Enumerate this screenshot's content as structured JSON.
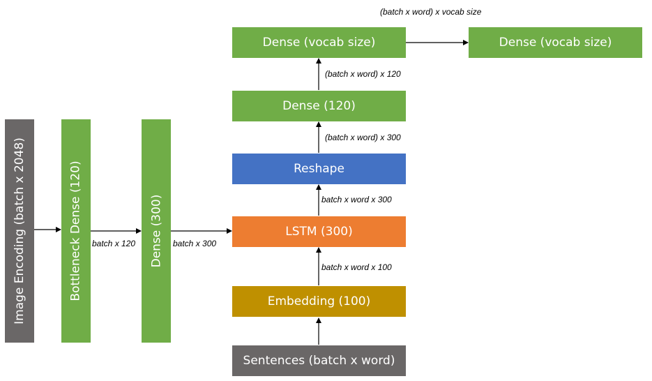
{
  "colors": {
    "gray": "#6a6767",
    "green": "#70ad47",
    "blue": "#4472c4",
    "orange": "#ed7d31",
    "gold": "#bf9000",
    "line": "#000000"
  },
  "boxes": {
    "image_encoding": "Image Encoding (batch x 2048)",
    "bottleneck_dense": "Bottleneck Dense (120)",
    "dense_300": "Dense (300)",
    "sentences": "Sentences (batch x word)",
    "embedding": "Embedding (100)",
    "lstm": "LSTM (300)",
    "reshape": "Reshape",
    "dense_120": "Dense (120)",
    "dense_vocab_1": "Dense (vocab size)",
    "dense_vocab_2": "Dense (vocab size)"
  },
  "labels": {
    "batch_x_120": "batch x 120",
    "batch_x_300": "batch x 300",
    "bwx100": "batch x word x 100",
    "bwx300": "batch x word x 300",
    "bw_x_300": "(batch x word) x 300",
    "bw_x_120": "(batch x word) x 120",
    "bw_x_vocab": "(batch x word) x vocab size"
  }
}
